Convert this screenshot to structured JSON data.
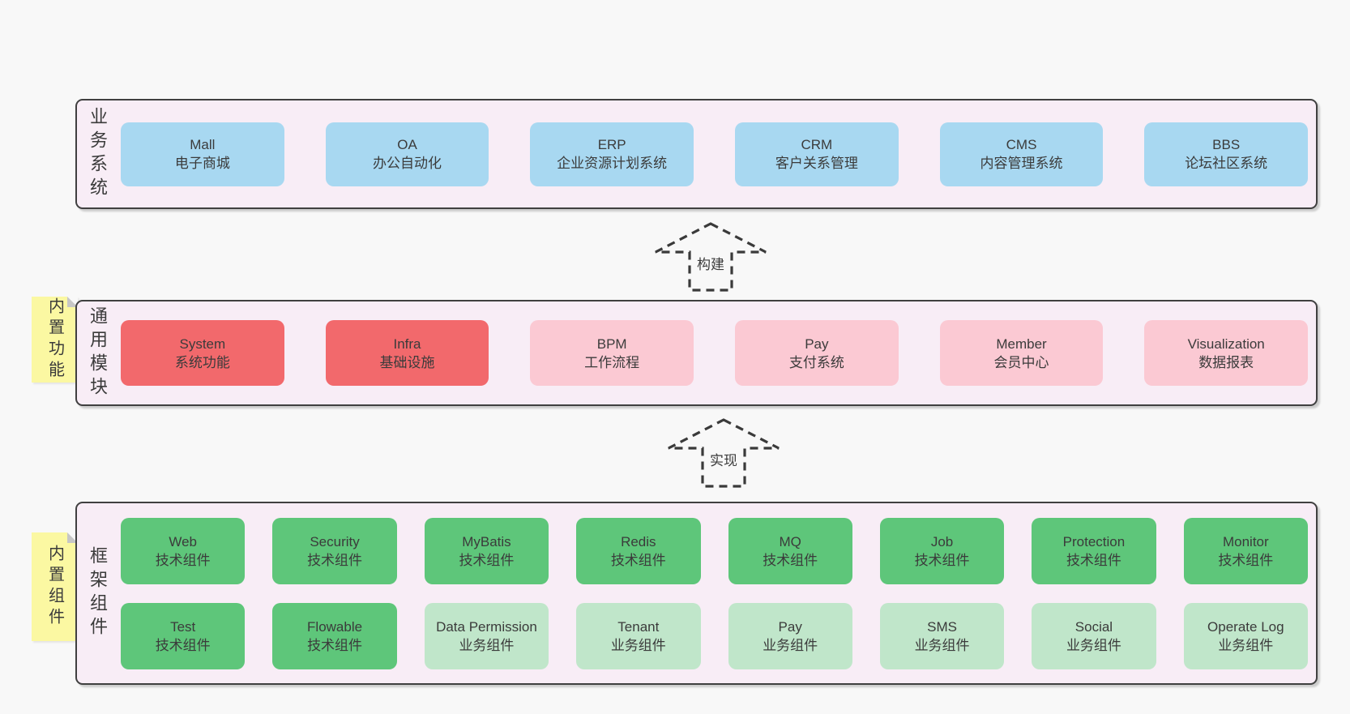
{
  "colors": {
    "page_bg": "#f8f8f8",
    "container_bg": "#f8edf6",
    "container_border": "#404040",
    "blue": "#a8d8f1",
    "red": "#f2696c",
    "pink": "#fbc9d3",
    "green": "#5ec67a",
    "green_light": "#c0e6ca",
    "note_yellow": "#fbf8a2",
    "note_fold": "#c6c6c6",
    "text": "#3b3b3b",
    "arrow": "#3a3a3a"
  },
  "arrows": [
    {
      "label": "构建"
    },
    {
      "label": "实现"
    }
  ],
  "notes": [
    {
      "label": "内置功能"
    },
    {
      "label": "内置组件"
    }
  ],
  "layers": [
    {
      "label": "业务系统",
      "rows": [
        [
          {
            "title": "Mall",
            "subtitle": "电子商城",
            "color": "blue"
          },
          {
            "title": "OA",
            "subtitle": "办公自动化",
            "color": "blue"
          },
          {
            "title": "ERP",
            "subtitle": "企业资源计划系统",
            "color": "blue"
          },
          {
            "title": "CRM",
            "subtitle": "客户关系管理",
            "color": "blue"
          },
          {
            "title": "CMS",
            "subtitle": "内容管理系统",
            "color": "blue"
          },
          {
            "title": "BBS",
            "subtitle": "论坛社区系统",
            "color": "blue"
          }
        ]
      ]
    },
    {
      "label": "通用模块",
      "rows": [
        [
          {
            "title": "System",
            "subtitle": "系统功能",
            "color": "red"
          },
          {
            "title": "Infra",
            "subtitle": "基础设施",
            "color": "red"
          },
          {
            "title": "BPM",
            "subtitle": "工作流程",
            "color": "pink"
          },
          {
            "title": "Pay",
            "subtitle": "支付系统",
            "color": "pink"
          },
          {
            "title": "Member",
            "subtitle": "会员中心",
            "color": "pink"
          },
          {
            "title": "Visualization",
            "subtitle": "数据报表",
            "color": "pink"
          }
        ]
      ]
    },
    {
      "label": "框架组件",
      "rows": [
        [
          {
            "title": "Web",
            "subtitle": "技术组件",
            "color": "green"
          },
          {
            "title": "Security",
            "subtitle": "技术组件",
            "color": "green"
          },
          {
            "title": "MyBatis",
            "subtitle": "技术组件",
            "color": "green"
          },
          {
            "title": "Redis",
            "subtitle": "技术组件",
            "color": "green"
          },
          {
            "title": "MQ",
            "subtitle": "技术组件",
            "color": "green"
          },
          {
            "title": "Job",
            "subtitle": "技术组件",
            "color": "green"
          },
          {
            "title": "Protection",
            "subtitle": "技术组件",
            "color": "green"
          },
          {
            "title": "Monitor",
            "subtitle": "技术组件",
            "color": "green"
          }
        ],
        [
          {
            "title": "Test",
            "subtitle": "技术组件",
            "color": "green"
          },
          {
            "title": "Flowable",
            "subtitle": "技术组件",
            "color": "green"
          },
          {
            "title": "Data Permission",
            "subtitle": "业务组件",
            "color": "green_light"
          },
          {
            "title": "Tenant",
            "subtitle": "业务组件",
            "color": "green_light"
          },
          {
            "title": "Pay",
            "subtitle": "业务组件",
            "color": "green_light"
          },
          {
            "title": "SMS",
            "subtitle": "业务组件",
            "color": "green_light"
          },
          {
            "title": "Social",
            "subtitle": "业务组件",
            "color": "green_light"
          },
          {
            "title": "Operate Log",
            "subtitle": "业务组件",
            "color": "green_light"
          }
        ]
      ]
    }
  ]
}
